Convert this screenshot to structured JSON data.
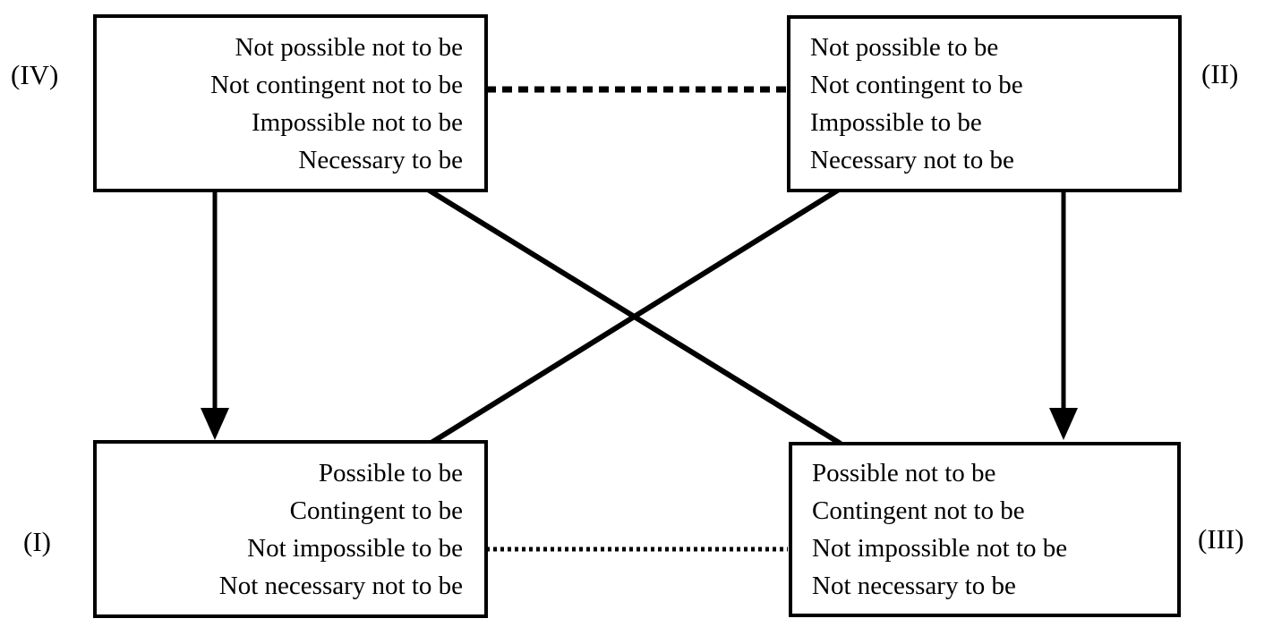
{
  "colors": {
    "ink": "#000000",
    "paper": "#ffffff"
  },
  "boxes": {
    "iv": {
      "label": "(IV)",
      "lines": [
        "Not possible not to be",
        "Not contingent not to be",
        "Impossible not to be",
        "Necessary to be"
      ]
    },
    "ii": {
      "label": "(II)",
      "lines": [
        "Not possible to be",
        "Not contingent to be",
        "Impossible to be",
        "Necessary not to be"
      ]
    },
    "i": {
      "label": "(I)",
      "lines": [
        "Possible to be",
        "Contingent to be",
        "Not impossible to be",
        "Not necessary not to be"
      ]
    },
    "iii": {
      "label": "(III)",
      "lines": [
        "Possible not to be",
        "Contingent not to be",
        "Not impossible not to be",
        "Not necessary to be"
      ]
    }
  },
  "connectors": {
    "iv_ii": {
      "between": "(IV)-(II)",
      "style": "dashed"
    },
    "i_iii": {
      "between": "(I)-(III)",
      "style": "dotted"
    },
    "iv_i": {
      "between": "(IV)-(I)",
      "style": "solid-arrow-down"
    },
    "ii_iii": {
      "between": "(II)-(III)",
      "style": "solid-arrow-down"
    },
    "iv_iii": {
      "between": "(IV)-(III)",
      "style": "solid-diagonal"
    },
    "ii_i": {
      "between": "(II)-(I)",
      "style": "solid-diagonal"
    }
  }
}
